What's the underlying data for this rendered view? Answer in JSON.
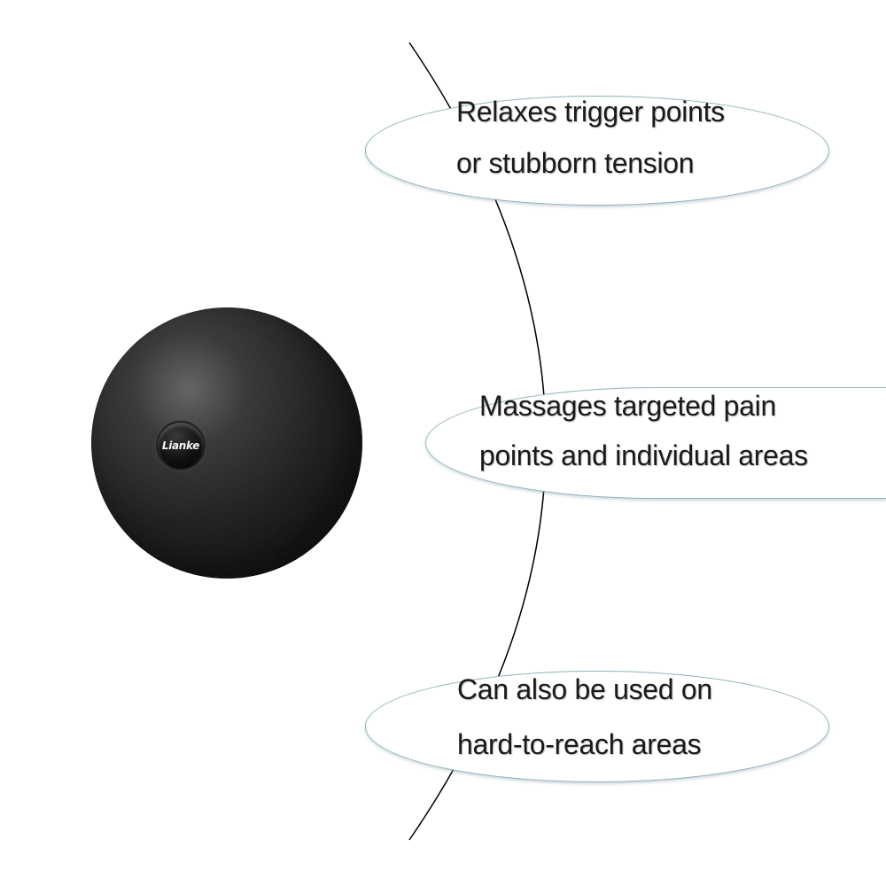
{
  "product": {
    "brand_logo": "Lianke",
    "colors": {
      "ball": "#111111",
      "bubble_border": "#8fb3ba",
      "text": "#1a1a1a",
      "curve": "#000000"
    }
  },
  "features": [
    {
      "line1": "Relaxes trigger points",
      "line2": "or stubborn tension"
    },
    {
      "line1": "Massages targeted pain",
      "line2": "points and individual areas"
    },
    {
      "line1": "Can also be used on",
      "line2": "hard-to-reach areas"
    }
  ]
}
